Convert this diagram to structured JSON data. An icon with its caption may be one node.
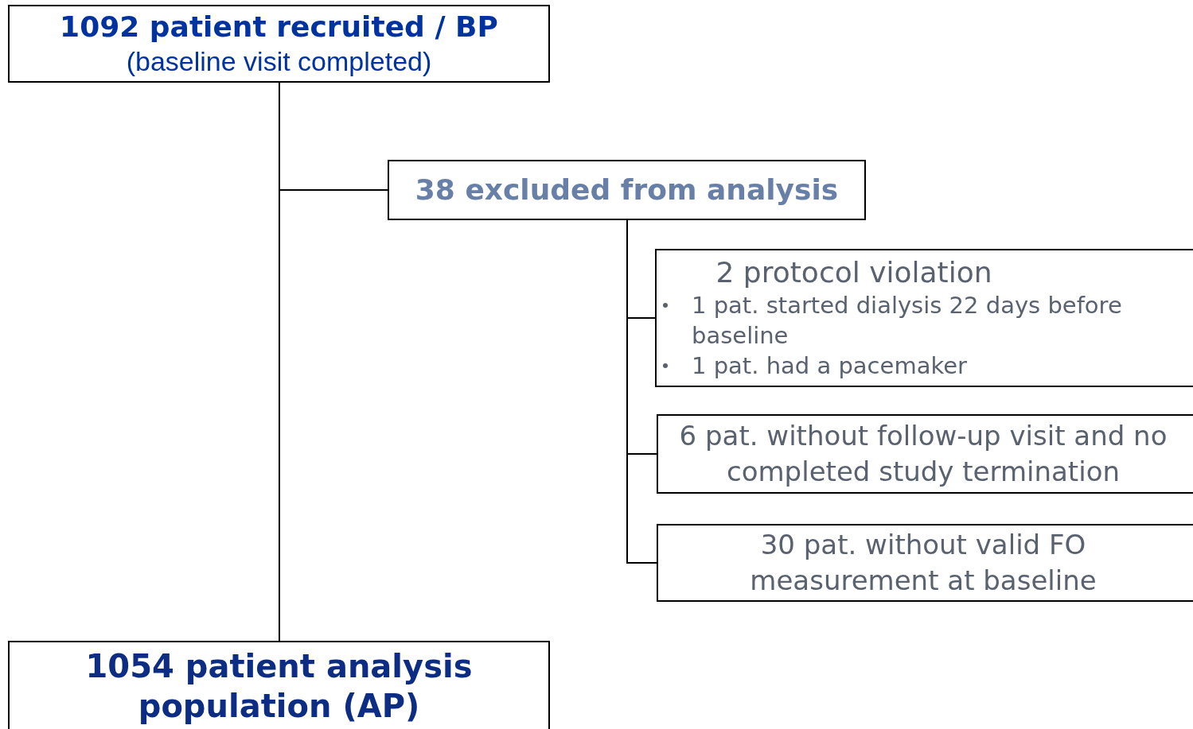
{
  "diagram": {
    "nodes": [
      {
        "text": [
          "1092 patient recruited / BP",
          "(baseline visit completed)"
        ]
      },
      {
        "text": [
          "38 excluded from analysis"
        ]
      },
      {
        "text": [
          "2 protocol violation",
          "1 pat. started dialysis 22 days before baseline",
          "1 pat. had a pacemaker"
        ]
      },
      {
        "text": [
          "6 pat. without follow-up visit and no completed study termination"
        ]
      },
      {
        "text": [
          "30 pat. without valid FO measurement at baseline"
        ]
      },
      {
        "text": [
          "1054 patient analysis population (AP)"
        ]
      }
    ],
    "edges": [
      {
        "from": 0,
        "to": 5,
        "arrow": "none"
      },
      {
        "from": 0,
        "to": 1,
        "arrow": "none"
      },
      {
        "from": 1,
        "to": 2,
        "arrow": "none"
      },
      {
        "from": 1,
        "to": 3,
        "arrow": "none"
      },
      {
        "from": 1,
        "to": 4,
        "arrow": "none"
      }
    ]
  }
}
